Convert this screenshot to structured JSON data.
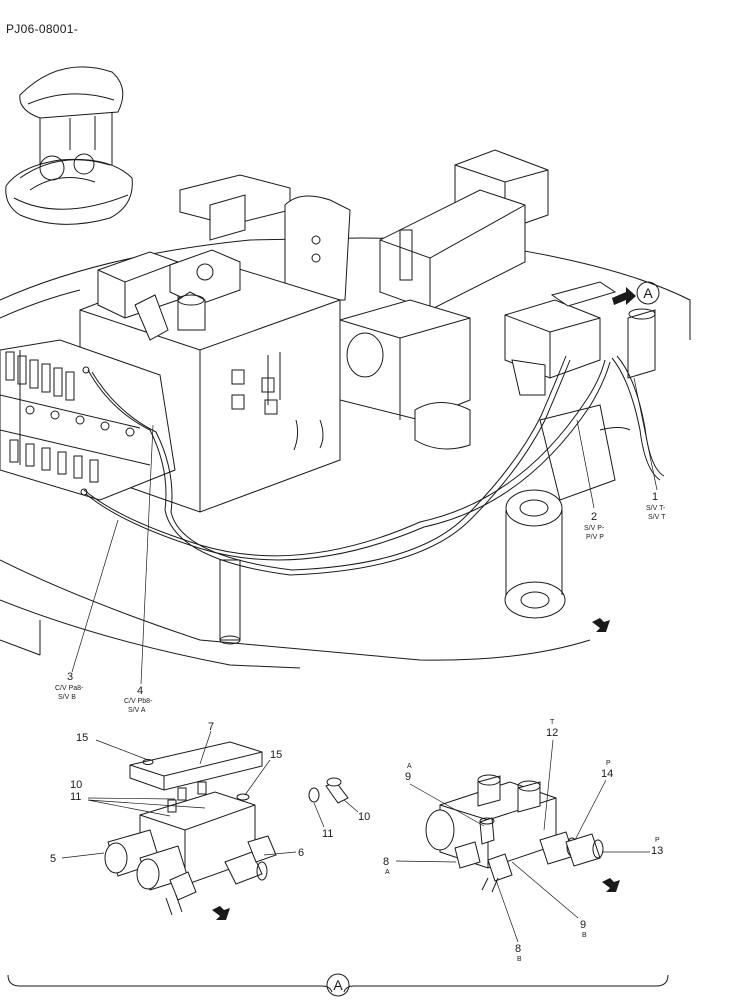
{
  "page_code": "PJ06-08001-",
  "view_marker": "A",
  "callouts": {
    "c1": {
      "num": "1",
      "line1": "S/V T-",
      "line2": "S/V T"
    },
    "c2": {
      "num": "2",
      "line1": "S/V P-",
      "line2": "P/V P"
    },
    "c3": {
      "num": "3",
      "line1": "C/V Pa8-",
      "line2": "S/V B"
    },
    "c4": {
      "num": "4",
      "line1": "C/V Pb8-",
      "line2": "S/V A"
    },
    "c5": {
      "num": "5"
    },
    "c6": {
      "num": "6"
    },
    "c7": {
      "num": "7"
    },
    "c8a": {
      "num": "8",
      "port": "A"
    },
    "c8b": {
      "num": "8",
      "port": "B"
    },
    "c9a": {
      "num": "9",
      "port": "A"
    },
    "c9b": {
      "num": "9",
      "port": "B"
    },
    "c10a": {
      "num": "10"
    },
    "c10b": {
      "num": "10"
    },
    "c11a": {
      "num": "11"
    },
    "c11b": {
      "num": "11"
    },
    "c12": {
      "num": "12",
      "port": "T"
    },
    "c13": {
      "num": "13",
      "port": "P"
    },
    "c14": {
      "num": "14",
      "port": "P"
    },
    "c15a": {
      "num": "15"
    },
    "c15b": {
      "num": "15"
    }
  }
}
